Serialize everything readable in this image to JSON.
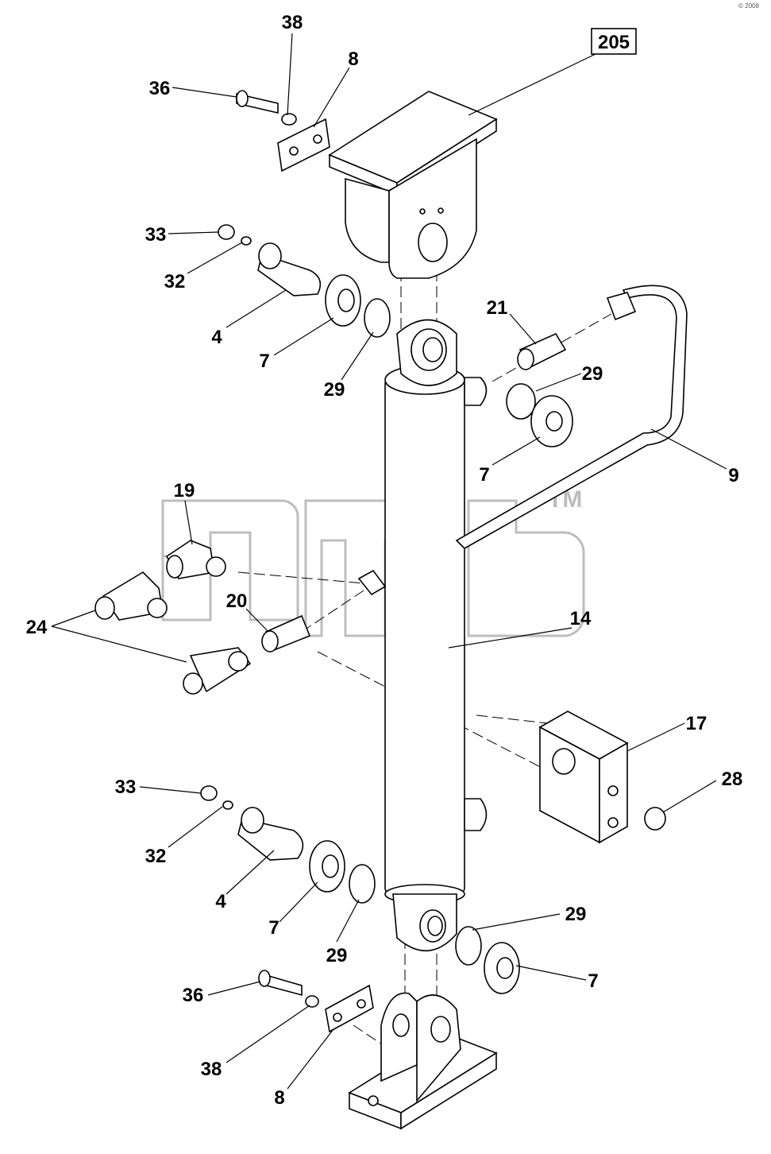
{
  "diagram": {
    "assembly_label": "205",
    "watermark_tm": "TM",
    "corner_mark": "© 2008",
    "callouts": [
      {
        "id": "c38-top",
        "text": "38"
      },
      {
        "id": "c8-top",
        "text": "8"
      },
      {
        "id": "c36-top",
        "text": "36"
      },
      {
        "id": "c33-top",
        "text": "33"
      },
      {
        "id": "c32-top",
        "text": "32"
      },
      {
        "id": "c4-top",
        "text": "4"
      },
      {
        "id": "c7-top",
        "text": "7"
      },
      {
        "id": "c29-top",
        "text": "29"
      },
      {
        "id": "c21",
        "text": "21"
      },
      {
        "id": "c29-right",
        "text": "29"
      },
      {
        "id": "c7-right",
        "text": "7"
      },
      {
        "id": "c9",
        "text": "9"
      },
      {
        "id": "c19",
        "text": "19"
      },
      {
        "id": "c20",
        "text": "20"
      },
      {
        "id": "c24",
        "text": "24"
      },
      {
        "id": "c14",
        "text": "14"
      },
      {
        "id": "c17",
        "text": "17"
      },
      {
        "id": "c28",
        "text": "28"
      },
      {
        "id": "c33-bot",
        "text": "33"
      },
      {
        "id": "c32-bot",
        "text": "32"
      },
      {
        "id": "c4-bot",
        "text": "4"
      },
      {
        "id": "c7-bot",
        "text": "7"
      },
      {
        "id": "c29-bot",
        "text": "29"
      },
      {
        "id": "c29-bot-right",
        "text": "29"
      },
      {
        "id": "c7-bot-right",
        "text": "7"
      },
      {
        "id": "c36-bot",
        "text": "36"
      },
      {
        "id": "c38-bot",
        "text": "38"
      },
      {
        "id": "c8-bot",
        "text": "8"
      }
    ]
  }
}
